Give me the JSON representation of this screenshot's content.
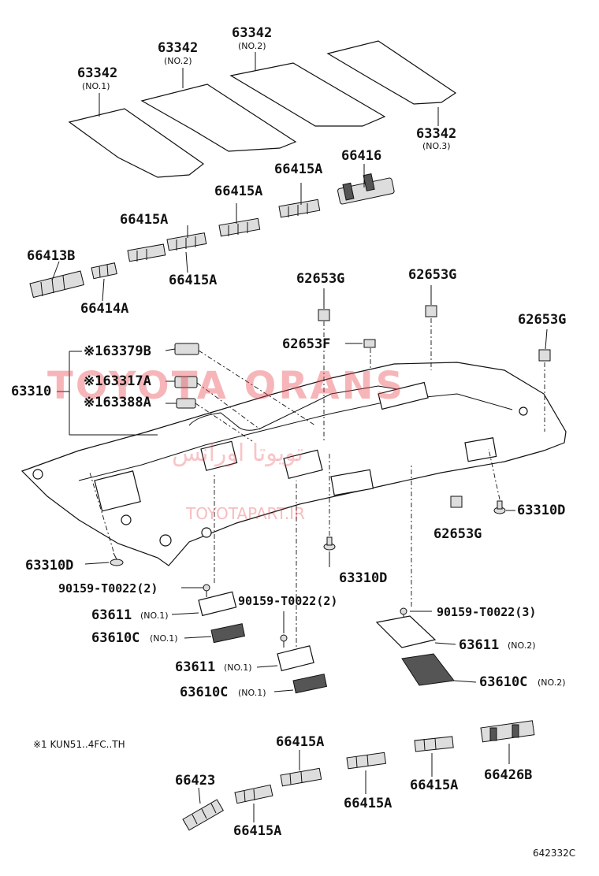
{
  "labels": {
    "p63342_no1": "63342",
    "p63342_no1_sub": "(NO.1)",
    "p63342_no2a": "63342",
    "p63342_no2a_sub": "(NO.2)",
    "p63342_no2b": "63342",
    "p63342_no2b_sub": "(NO.2)",
    "p63342_no3": "63342",
    "p63342_no3_sub": "(NO.3)",
    "p66416": "66416",
    "p66415A_1": "66415A",
    "p66415A_2": "66415A",
    "p66415A_3": "66415A",
    "p66415A_4": "66415A",
    "p66413B": "66413B",
    "p66414A": "66414A",
    "p62653G_1": "62653G",
    "p62653G_2": "62653G",
    "p62653G_3": "62653G",
    "p62653G_4": "62653G",
    "p62653F": "62653F",
    "p63379B": "※163379B",
    "p63317A": "※163317A",
    "p63388A": "※163388A",
    "p63310": "63310",
    "p63310D_1": "63310D",
    "p63310D_2": "63310D",
    "p63310D_3": "63310D",
    "p90159_1": "90159-T0022(2)",
    "p90159_2": "90159-T0022(2)",
    "p90159_3": "90159-T0022(3)",
    "p63611_1": "63611",
    "p63611_1_sub": "(NO.1)",
    "p63611_2": "63611",
    "p63611_2_sub": "(NO.1)",
    "p63611_3": "63611",
    "p63611_3_sub": "(NO.2)",
    "p63610C_1": "63610C",
    "p63610C_1_sub": "(NO.1)",
    "p63610C_2": "63610C",
    "p63610C_2_sub": "(NO.1)",
    "p63610C_3": "63610C",
    "p63610C_3_sub": "(NO.2)",
    "p66423": "66423",
    "p66415A_5": "66415A",
    "p66415A_6": "66415A",
    "p66415A_7": "66415A",
    "p66415A_8": "66415A",
    "p66426B": "66426B"
  },
  "note": "※1  KUN51..4FC..TH",
  "diagram_code": "642332C",
  "watermark": {
    "brand": "TOYOTA ORANS",
    "arabic": "تویوتا اورانس",
    "site": "TOYOTAPART.IR"
  },
  "colors": {
    "watermark": "#e84048",
    "line": "#111111"
  }
}
